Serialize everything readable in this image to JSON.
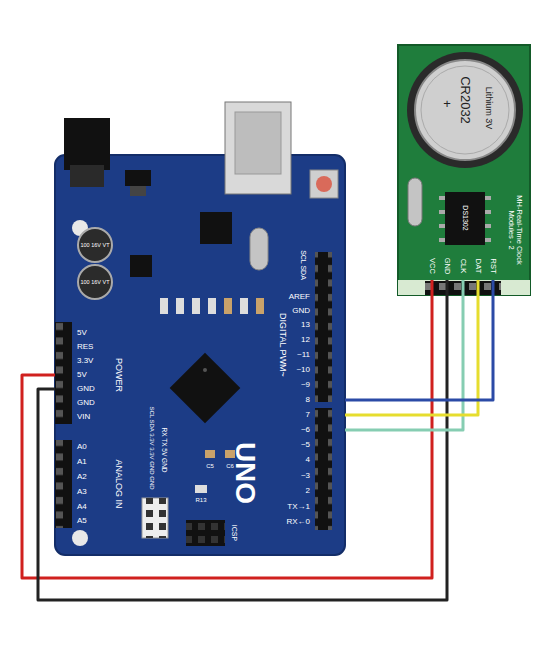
{
  "diagram": {
    "nodes": [
      {
        "text": [
          "UNO"
        ]
      },
      {
        "text": [
          "MH-Real-Time Clock Modules - 2"
        ]
      }
    ],
    "edges": [
      {
        "from": 0,
        "to": 1,
        "arrow": "none"
      },
      {
        "from": 0,
        "to": 1,
        "arrow": "none"
      },
      {
        "from": 0,
        "to": 1,
        "arrow": "none"
      },
      {
        "from": 0,
        "to": 1,
        "arrow": "none"
      },
      {
        "from": 0,
        "to": 1,
        "arrow": "none"
      }
    ],
    "labels": [
      "5V",
      "RES",
      "3.3V",
      "5V",
      "GND",
      "GND",
      "VIN",
      "POWER",
      "A0",
      "A1",
      "A2",
      "A3",
      "A4",
      "A5",
      "ANALOG IN",
      "AREF",
      "GND",
      "13",
      "12",
      "~11",
      "~10",
      "~9",
      "8",
      "7",
      "~6",
      "~5",
      "4",
      "~3",
      "2",
      "TX→1",
      "RX←0",
      "SCL SDA",
      "DIGITAL PWM~",
      "ICSP",
      "RX TX 5V GND",
      "SCL SDA 3.3V 3.3V GND GND",
      "100 16V VT",
      "100 16V VT",
      "C5",
      "C6",
      "R13",
      "CR2032",
      "Lithium 3V",
      "+",
      "DS1302",
      "VCC",
      "GND",
      "CLK",
      "DAT",
      "RST"
    ]
  }
}
